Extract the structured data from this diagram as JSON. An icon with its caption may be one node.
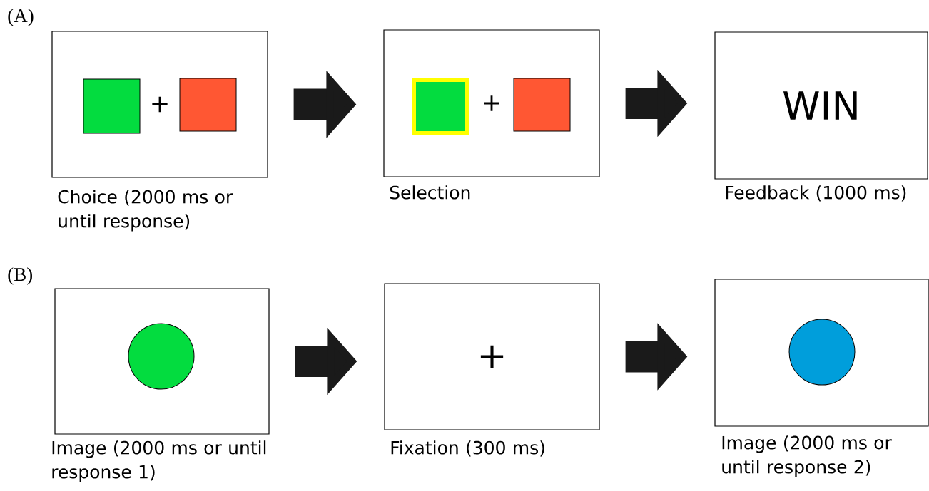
{
  "diagram": {
    "nodes": [
      {
        "text": [
          "+"
        ],
        "beside": [
          "Choice (2000 ms or until response)"
        ]
      },
      {
        "text": [],
        "shape": "box",
        "in": 0
      },
      {
        "text": [],
        "shape": "box",
        "in": 0
      },
      {
        "text": [
          "+"
        ],
        "beside": [
          "Selection"
        ]
      },
      {
        "text": [],
        "shape": "box",
        "in": 3
      },
      {
        "text": [],
        "shape": "box",
        "in": 3
      },
      {
        "text": [
          "WIN"
        ],
        "beside": [
          "Feedback (1000 ms)"
        ]
      },
      {
        "text": [],
        "shape": "box",
        "beside": [
          "Image (2000 ms or until response 1)"
        ]
      },
      {
        "text": [],
        "shape": "circle",
        "in": 7
      },
      {
        "text": [
          "+"
        ],
        "beside": [
          "Fixation (300 ms)"
        ]
      },
      {
        "text": [],
        "shape": "box",
        "beside": [
          "Image (2000 ms or until response 2)"
        ]
      },
      {
        "text": [],
        "shape": "circle",
        "in": 10
      }
    ],
    "edges": [
      {
        "from": 0,
        "to": 3,
        "arrow": "to"
      },
      {
        "from": 3,
        "to": 6,
        "arrow": "to"
      },
      {
        "from": 7,
        "to": 9,
        "arrow": "to"
      },
      {
        "from": 9,
        "to": 10,
        "arrow": "to"
      }
    ],
    "labels": [
      "(A)",
      "(B)"
    ]
  }
}
